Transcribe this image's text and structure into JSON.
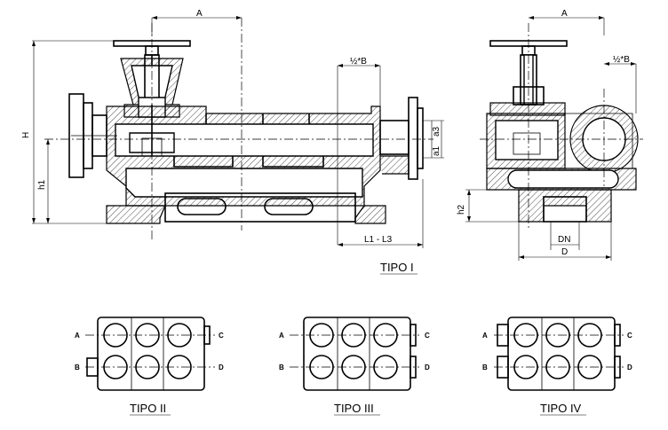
{
  "dimensions": {
    "A": "A",
    "half_B": "½*B",
    "H": "H",
    "h1": "h1",
    "h2": "h2",
    "a1": "a1",
    "a3": "a3",
    "L1_L3": "L1 - L3",
    "DN": "DN",
    "D": "D"
  },
  "captions": {
    "tipo_1": "TIPO I",
    "tipo_2": "TIPO II",
    "tipo_3": "TIPO III",
    "tipo_4": "TIPO IV"
  },
  "ports": {
    "a": "A",
    "b": "B",
    "c": "C",
    "d": "D"
  }
}
